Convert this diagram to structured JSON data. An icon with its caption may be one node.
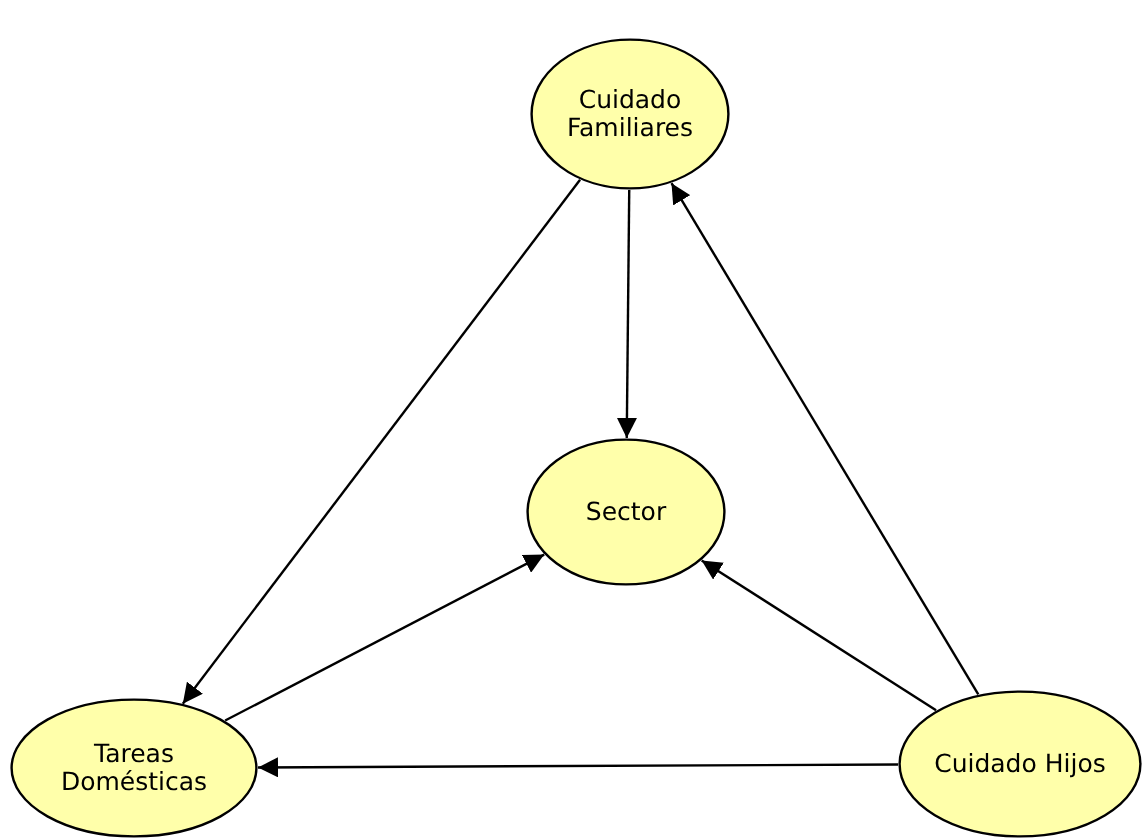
{
  "diagram": {
    "nodes": [
      {
        "text": [
          "Cuidado Familiares"
        ]
      },
      {
        "text": [
          "Sector"
        ]
      },
      {
        "text": [
          "Tareas Domésticas"
        ]
      },
      {
        "text": [
          "Cuidado Hijos"
        ]
      }
    ],
    "edges": [
      {
        "from": 0,
        "to": 1,
        "arrow": "to"
      },
      {
        "from": 0,
        "to": 2,
        "arrow": "to"
      },
      {
        "from": 2,
        "to": 1,
        "arrow": "to"
      },
      {
        "from": 3,
        "to": 1,
        "arrow": "to"
      },
      {
        "from": 3,
        "to": 0,
        "arrow": "to"
      },
      {
        "from": 3,
        "to": 2,
        "arrow": "to"
      }
    ]
  }
}
